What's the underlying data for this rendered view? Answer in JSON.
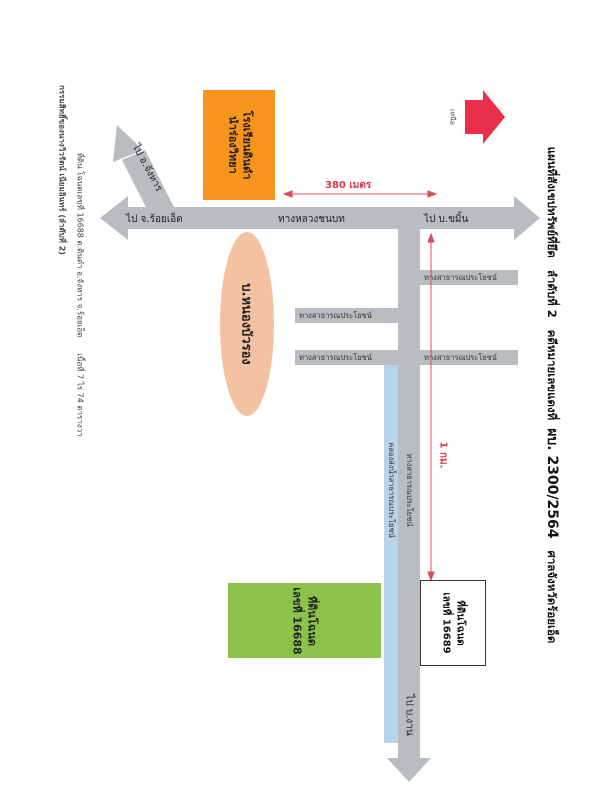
{
  "header": {
    "title_main": "แผนที่สังเขปทรัพย์ที่ยึด",
    "title_item": "ลำดับที่ 2",
    "title_case": "คดีหมายเลขแดงที่",
    "title_case_no": "ผบ. 2300/2564",
    "title_court": "ศาลจังหวัดร้อยเอ็ด"
  },
  "footer": {
    "land_info": "ที่ดิน โฉนดเลขที่ 16688 ต.ดินดำ อ.จังหาร จ.ร้อยเอ็ด",
    "area": "เนื้อที่ 7 ไร่ 74 ตารางวา",
    "owner": "กรรมสิทธิ์ของนางวิวรัตน์ เนียมอินทร์ (ลำดับที่ 2)"
  },
  "map": {
    "north_label": "เหนือ",
    "school_label": "โรงเรียนดินดำ\nนำร่องวิทยา",
    "road_main_label": "ทางหลวงชนบท",
    "to_roiet_label": "ไป จ.ร้อยเอ็ด",
    "to_songkhram_label": "ไป อ.จังหาร",
    "to_khamin_label": "ไป บ.ขมิ้น",
    "to_ngan_label": "ไป บ.งาน",
    "village_label": "บ.หนองบัวรอง",
    "distance_label": "380 เมตร",
    "distance_vertical_label": "1 กม.",
    "public_road_label": "ทางสาธารณประโยชน์",
    "canal_label": "คลองส่งน้ำสาธารณประโยชน์",
    "plot_16688_label": "ที่ดินโฉนด\nเลขที่ 16688",
    "plot_16689_label": "ที่ดินโฉนด\nเลขที่ 16689",
    "colors": {
      "road": "#b9bcc0",
      "school": "#f7941d",
      "village": "#f4c2a1",
      "plot": "#8bc34a",
      "canal": "#b7d4ea",
      "north": "#e8304a",
      "dimension": "#e04a5c"
    }
  }
}
